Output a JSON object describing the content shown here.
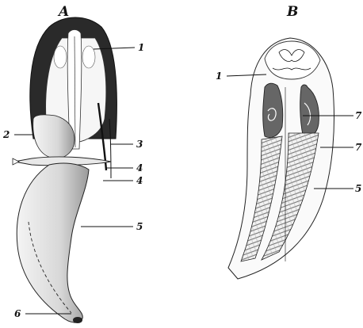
{
  "panels": {
    "a": {
      "letter": "A",
      "labels": {
        "l1": "1",
        "l2": "2",
        "l3": "3",
        "l4a": "4",
        "l4b": "4",
        "l5": "5",
        "l6": "6"
      }
    },
    "b": {
      "letter": "B",
      "labels": {
        "l1": "1",
        "l7a": "7",
        "l7b": "7",
        "l5": "5"
      }
    }
  }
}
